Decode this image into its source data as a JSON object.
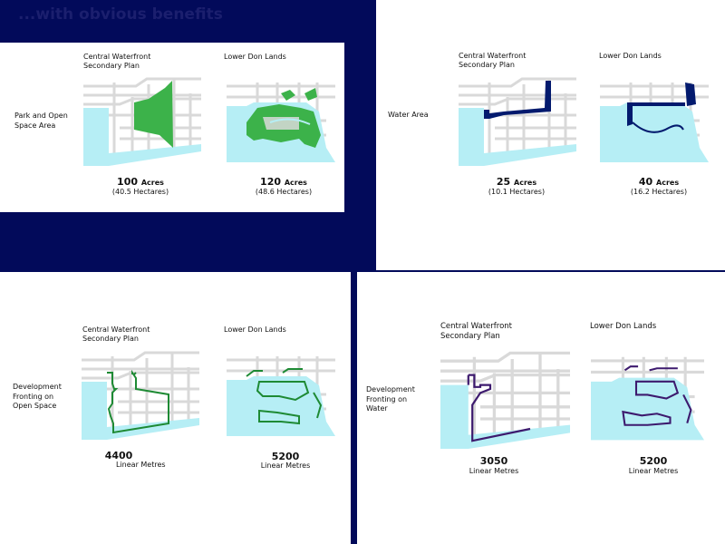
{
  "title": "...with obvious benefits",
  "colors": {
    "navy": "#020a5a",
    "water": "#b6eef5",
    "streets": "#d9d9d9",
    "park": "#3cb24a",
    "water_area": "#031a6e",
    "dev_open": "#1e8a34",
    "dev_water": "#3d1a6e"
  },
  "panels": [
    {
      "row_label": [
        "Park and Open",
        "Space Area"
      ],
      "left_heading": [
        "Central Waterfront",
        "Secondary Plan"
      ],
      "right_heading": [
        "Lower Don Lands"
      ],
      "left_value": "100",
      "left_unit": "Acres",
      "left_sub": "(40.5 Hectares)",
      "right_value": "120",
      "right_unit": "Acres",
      "right_sub": "(48.6 Hectares)"
    },
    {
      "row_label": [
        "Water Area"
      ],
      "left_heading": [
        "Central Waterfront",
        "Secondary Plan"
      ],
      "right_heading": [
        "Lower Don Lands"
      ],
      "left_value": "25",
      "left_unit": "Acres",
      "left_sub": "(10.1 Hectares)",
      "right_value": "40",
      "right_unit": "Acres",
      "right_sub": "(16.2 Hectares)"
    },
    {
      "row_label": [
        "Development",
        "Fronting on",
        "Open Space"
      ],
      "left_heading": [
        "Central Waterfront",
        "Secondary Plan"
      ],
      "right_heading": [
        "Lower Don Lands"
      ],
      "left_value": "4400",
      "left_sub": "Linear Metres",
      "right_value": "5200",
      "right_sub": "Linear Metres"
    },
    {
      "row_label": [
        "Development",
        "Fronting on",
        "Water"
      ],
      "left_heading": [
        "Central Waterfront",
        "Secondary Plan"
      ],
      "right_heading": [
        "Lower Don Lands"
      ],
      "left_value": "3050",
      "left_sub": "Linear Metres",
      "right_value": "5200",
      "right_sub": "Linear Metres"
    }
  ]
}
